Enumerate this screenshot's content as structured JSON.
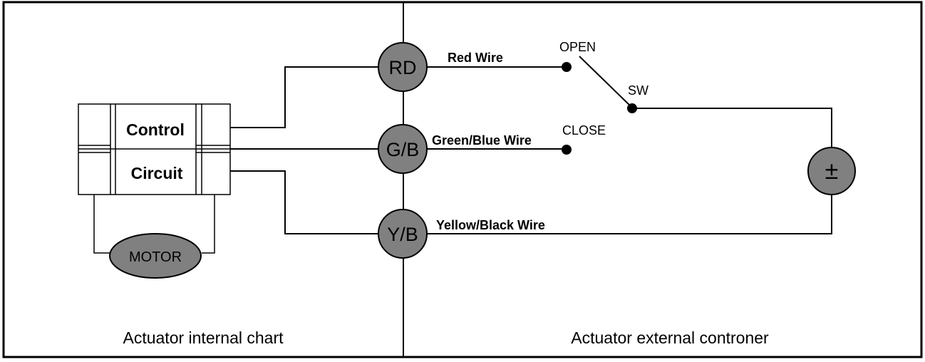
{
  "left_section_label": "Actuator internal chart",
  "right_section_label": "Actuator external controner",
  "control_box": {
    "line1": "Control",
    "line2": "Circuit"
  },
  "motor_label": "MOTOR",
  "terminals": {
    "red": "RD",
    "green_blue": "G/B",
    "yellow_black": "Y/B"
  },
  "wires": {
    "red": "Red Wire",
    "green_blue": "Green/Blue Wire",
    "yellow_black": "Yellow/Black Wire"
  },
  "switch": {
    "open": "OPEN",
    "close": "CLOSE",
    "label": "SW"
  },
  "power_symbol": "±",
  "colors": {
    "terminal_fill": "#808080",
    "line": "#000000",
    "background": "#ffffff"
  }
}
